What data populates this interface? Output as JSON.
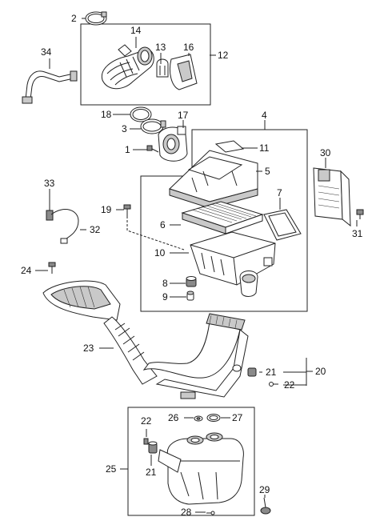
{
  "callouts": {
    "c1": "1",
    "c2": "2",
    "c3": "3",
    "c4": "4",
    "c5": "5",
    "c6": "6",
    "c7": "7",
    "c8": "8",
    "c9": "9",
    "c10": "10",
    "c11": "11",
    "c12": "12",
    "c13": "13",
    "c14": "14",
    "c16": "16",
    "c17": "17",
    "c18": "18",
    "c19": "19",
    "c20": "20",
    "c21a": "21",
    "c21b": "21",
    "c22a": "22",
    "c22b": "22",
    "c23": "23",
    "c24": "24",
    "c25": "25",
    "c26": "26",
    "c27": "27",
    "c28": "28",
    "c29": "29",
    "c30": "30",
    "c31": "31",
    "c32": "32",
    "c33": "33",
    "c34": "34"
  }
}
